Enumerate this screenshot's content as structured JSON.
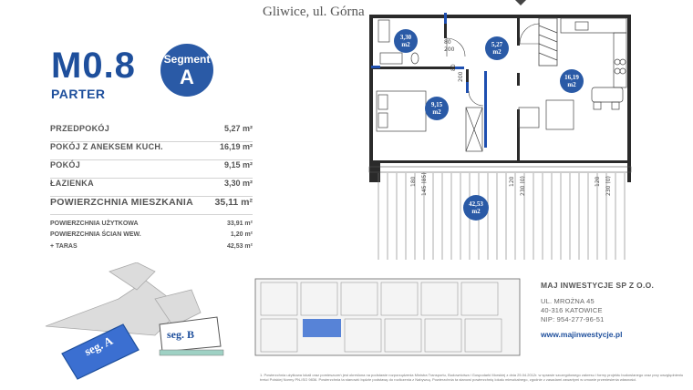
{
  "header": {
    "unit_code": "M0.8",
    "floor": "PARTER",
    "segment_label": "Segment",
    "segment_value": "A",
    "location": "Gliwice, ul. Górna"
  },
  "areas": {
    "rooms": [
      {
        "label": "PRZEDPOKÓJ",
        "value": "5,27 m²"
      },
      {
        "label": "POKÓJ Z ANEKSEM KUCH.",
        "value": "16,19 m²"
      },
      {
        "label": "POKÓJ",
        "value": "9,15 m²"
      },
      {
        "label": "ŁAZIENKA",
        "value": "3,30 m²"
      }
    ],
    "total": {
      "label": "POWIERZCHNIA MIESZKANIA",
      "value": "35,11 m²"
    },
    "extra": [
      {
        "label": "POWIERZCHNIA UŻYTKOWA",
        "value": "33,91 m²"
      },
      {
        "label": "POWIERZCHNIA ŚCIAN WEW.",
        "value": "1,20 m²"
      },
      {
        "label": "+ TARAS",
        "value": "42,53 m²"
      }
    ]
  },
  "plan": {
    "room_badges": [
      {
        "name": "bathroom",
        "area": "3,30",
        "unit": "m2"
      },
      {
        "name": "hallway",
        "area": "5,27",
        "unit": "m2"
      },
      {
        "name": "living",
        "area": "16,19",
        "unit": "m2"
      },
      {
        "name": "bedroom",
        "area": "9,15",
        "unit": "m2"
      },
      {
        "name": "terrace",
        "area": "42,53",
        "unit": "m2"
      }
    ],
    "door_labels": [
      "80",
      "200",
      "80",
      "200"
    ],
    "dimension_labels": [
      "180",
      "145 (85)",
      "120",
      "230 (0)",
      "120",
      "230 (0)"
    ]
  },
  "site": {
    "seg_a": "seg. A",
    "seg_b": "seg. B"
  },
  "company": {
    "name": "MAJ INWESTYCJE SP Z O.O.",
    "street": "UL. MROŻNA 45",
    "city": "40-316 KATOWICE",
    "nip": "NIP: 954-277-96-51",
    "website": "www.majinwestycje.pl"
  },
  "footnote": "1. Powierzchnia użytkowa lokali oraz pomieszczeń jest określona na podstawie rozporządzenia Ministra Transportu, Budownictwa i Gospodarki Morskiej z dnia 25.04.2012r. w sprawie szczegółowego zakresu i formy projektu budowlanego oraz przy uwzględnieniu treści Polskiej Normy PN-ISO 9836. Powierzchnia ta stanowić będzie podstawę do rozliczenia z Nabywcą. Powierzchnia ta stanowi powierzchnię lokalu mieszkalnego, zgodnie z zasadami zawartymi w umowie przeniesienia własności.",
  "colors": {
    "brand_blue": "#1e4f9c",
    "badge_blue": "#2a5aa6",
    "wall": "#1f1f1f"
  }
}
